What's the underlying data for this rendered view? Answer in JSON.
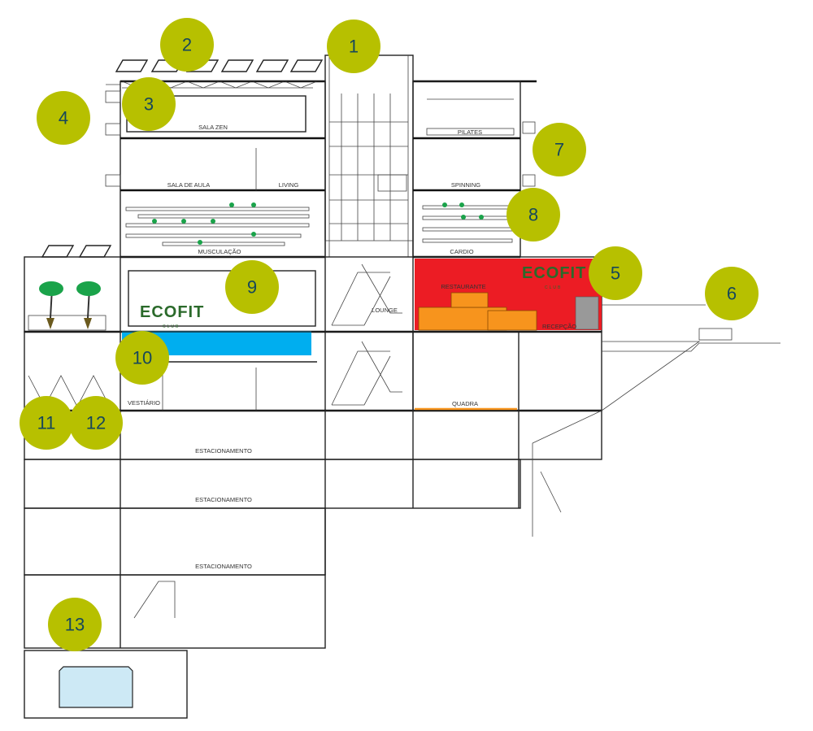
{
  "rooms": {
    "sala_zen": "SALA ZEN",
    "pilates": "PILATES",
    "sala_de_aula": "SALA DE AULA",
    "living": "LIVING",
    "spinning": "SPINNING",
    "musculacao": "MUSCULAÇÃO",
    "cardio": "CARDIO",
    "restaurante": "RESTAURANTE",
    "lounge": "LOUNGE",
    "recepcao": "RECEPÇÃO",
    "vestiario": "VESTIÁRIO",
    "quadra": "QUADRA",
    "estacionamento_1": "ESTACIONAMENTO",
    "estacionamento_2": "ESTACIONAMENTO",
    "estacionamento_3": "ESTACIONAMENTO"
  },
  "logos": {
    "brand": "ECOFIT",
    "sub": "CLUB"
  },
  "markers": [
    "1",
    "2",
    "3",
    "4",
    "5",
    "6",
    "7",
    "8",
    "9",
    "10",
    "11",
    "12",
    "13"
  ],
  "colors": {
    "marker": "#b7c000",
    "marker_text": "#17475a",
    "restaurant": "#ec1c24",
    "counter": "#f7941d",
    "pool": "#00aeef",
    "tank": "#cde9f5",
    "plant": "#1aa34a"
  }
}
